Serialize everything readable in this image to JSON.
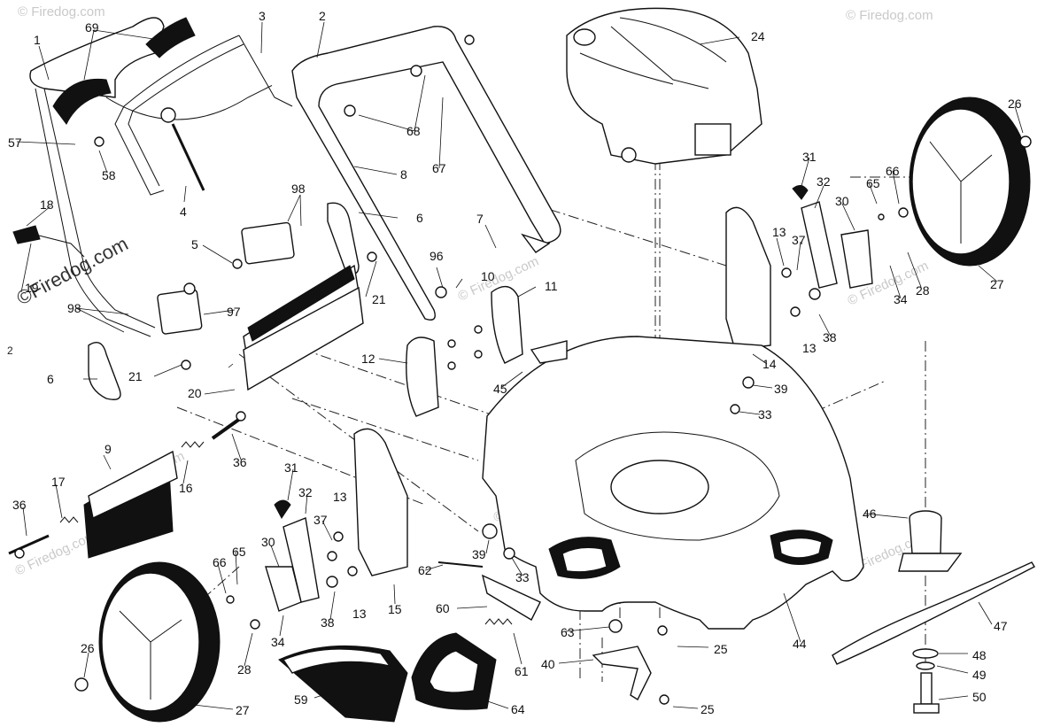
{
  "watermark": {
    "main": "©Firedog.com",
    "repeat": "© Firedog.com"
  },
  "side_marker": "2",
  "callouts": [
    "1",
    "2",
    "3",
    "4",
    "5",
    "6",
    "6",
    "7",
    "8",
    "9",
    "10",
    "11",
    "12",
    "13",
    "13",
    "13",
    "13",
    "14",
    "15",
    "16",
    "17",
    "18",
    "19",
    "20",
    "21",
    "21",
    "24",
    "25",
    "25",
    "26",
    "26",
    "27",
    "27",
    "28",
    "28",
    "30",
    "30",
    "31",
    "31",
    "32",
    "32",
    "33",
    "33",
    "34",
    "34",
    "36",
    "36",
    "37",
    "37",
    "38",
    "38",
    "39",
    "39",
    "40",
    "44",
    "45",
    "46",
    "47",
    "48",
    "49",
    "50",
    "57",
    "58",
    "59",
    "60",
    "61",
    "62",
    "63",
    "64",
    "65",
    "65",
    "66",
    "66",
    "67",
    "68",
    "69",
    "96",
    "97",
    "98",
    "98"
  ]
}
